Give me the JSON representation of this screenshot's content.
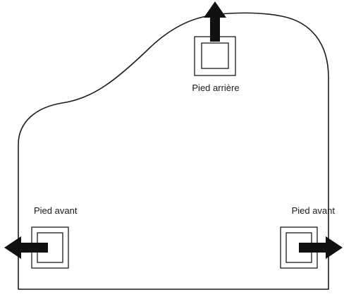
{
  "labels": {
    "rear_leg": "Pied arrière",
    "front_leg_left": "Pied avant",
    "front_leg_right": "Pied avant"
  },
  "icons": {
    "rear_arrow": "arrow-up-icon",
    "left_arrow": "arrow-left-icon",
    "right_arrow": "arrow-right-icon"
  },
  "colors": {
    "line": "#1a1a1a",
    "arrow": "#111111",
    "background": "#ffffff"
  }
}
